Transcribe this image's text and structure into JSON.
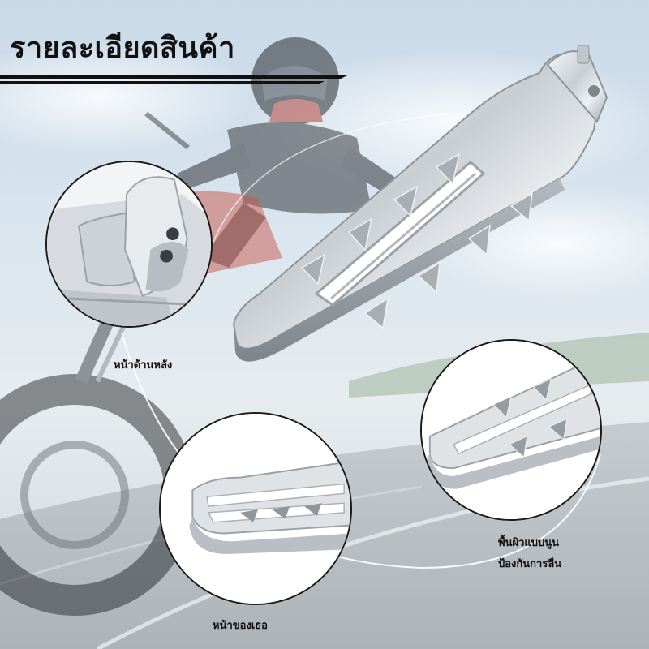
{
  "page": {
    "title": "รายละเอียดสินค้า",
    "accent_color": "#111111",
    "product_color": "#cfd3d8"
  },
  "backdrop": {
    "scene": "motorcycle-rider-icon",
    "vehicle": "motorcycle-icon"
  },
  "insets": {
    "back": {
      "caption": "หน้าด้านหลัง",
      "icon": "peg-mount-closeup-icon"
    },
    "front": {
      "caption": "หน้าของเธอ",
      "icon": "peg-side-closeup-icon"
    },
    "surface": {
      "caption_lines": [
        "พื้นผิวแบบนูน",
        "ป้องกันการลื่น"
      ],
      "icon": "peg-grip-closeup-icon"
    }
  },
  "product": {
    "icon": "foot-peg-icon"
  }
}
